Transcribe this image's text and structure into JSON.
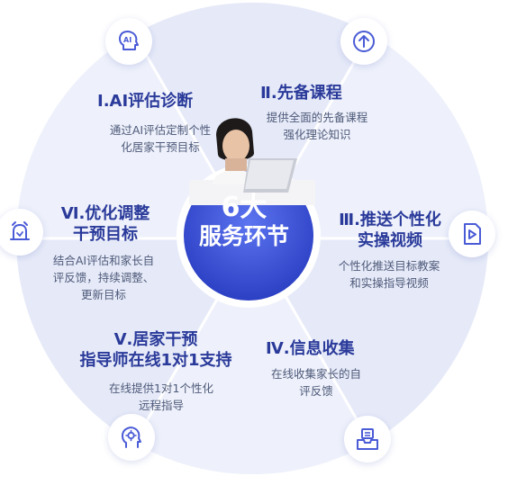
{
  "hub": {
    "number_label": "6大",
    "subtitle": "服务环节"
  },
  "segments": [
    {
      "title": "Ⅰ.AI评估诊断",
      "description_lines": [
        "通过AI评估定制个性",
        "化居家干预目标"
      ],
      "icon": "ai-brain-icon"
    },
    {
      "title": "Ⅱ.先备课程",
      "description_lines": [
        "提供全面的先备课程",
        "强化理论知识"
      ],
      "icon": "upload-arrow-icon"
    },
    {
      "title_lines": [
        "Ⅲ.推送个性化",
        "实操视频"
      ],
      "description_lines": [
        "个性化推送目标教案",
        "和实操指导视频"
      ],
      "icon": "play-video-icon"
    },
    {
      "title": "Ⅳ.信息收集",
      "description_lines": [
        "在线收集家长的自",
        "评反馈"
      ],
      "icon": "inbox-tray-icon"
    },
    {
      "title_lines": [
        "Ⅴ.居家干预",
        "指导师在线1对1支持"
      ],
      "description_lines": [
        "在线提供1对1个性化",
        "远程指导"
      ],
      "icon": "head-gear-icon"
    },
    {
      "title_lines": [
        "Ⅵ.优化调整",
        "干预目标"
      ],
      "description_lines": [
        "结合AI评估和家长自",
        "评反馈，持续调整、",
        "更新目标"
      ],
      "icon": "alarm-bell-icon"
    }
  ],
  "colors": {
    "segment_light": "#eef1fb",
    "segment_mid": "#e3e8f8",
    "title": "#2a3a9a",
    "hub_blue": "#3a52d8",
    "icon_stroke": "#4a5bd6"
  }
}
